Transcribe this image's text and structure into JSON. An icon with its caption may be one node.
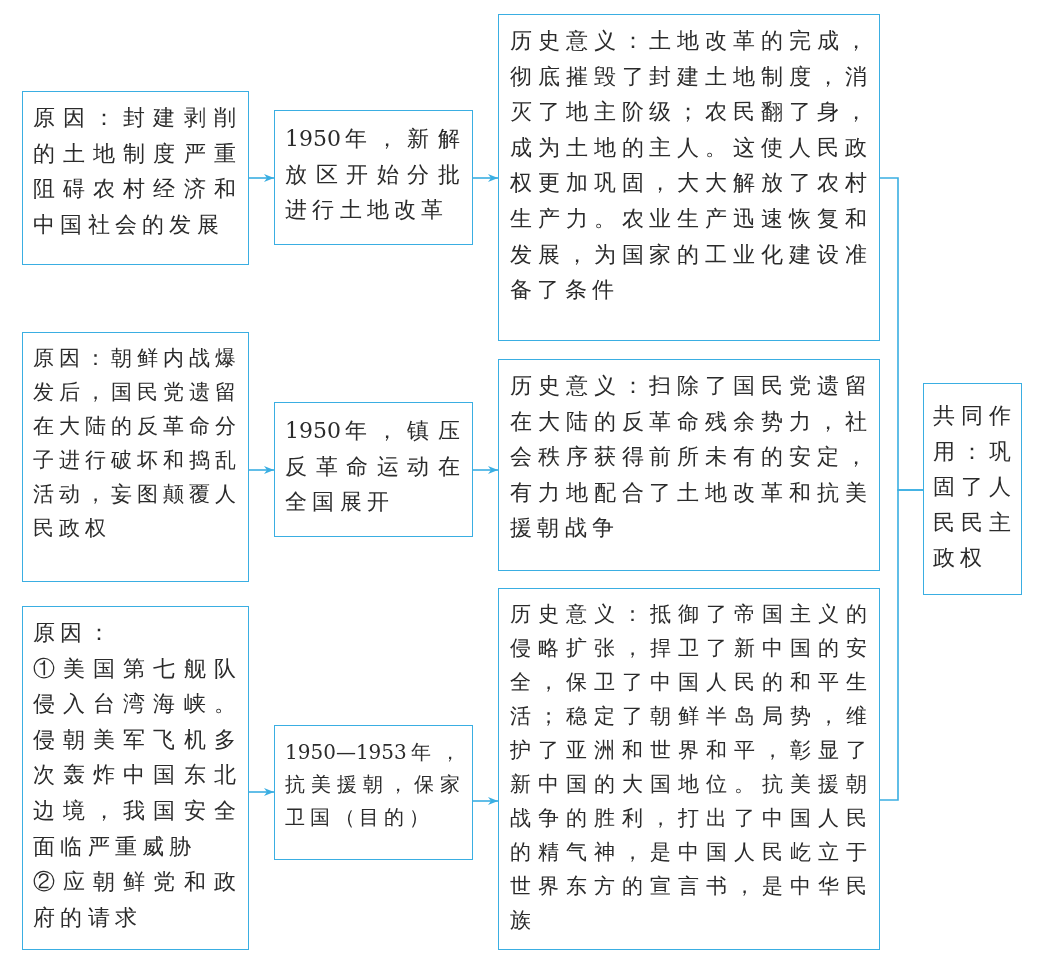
{
  "diagram": {
    "nodes": [
      {
        "text": [
          "原因：封建剥削的土地制度严重阻碍农村经济和中国社会的发展"
        ]
      },
      {
        "text": [
          "1950年，新解放区开始分批进行土地改革"
        ]
      },
      {
        "text": [
          "历史意义：土地改革的完成，彻底摧毁了封建土地制度，消灭了地主阶级；农民翻了身，成为土地的主人。这使人民政权更加巩固，大大解放了农村生产力。农业生产迅速恢复和发展，为国家的工业化建设准备了条件"
        ]
      },
      {
        "text": [
          "原因：朝鲜内战爆发后，国民党遗留在大陆的反革命分子进行破坏和捣乱活动，妄图颠覆人民政权"
        ]
      },
      {
        "text": [
          "1950年，镇压反革命运动在全国展开"
        ]
      },
      {
        "text": [
          "历史意义：扫除了国民党遗留在大陆的反革命残余势力，社会秩序获得前所未有的安定，有力地配合了土地改革和抗美援朝战争"
        ]
      },
      {
        "text": [
          "原因：",
          "①美国第七舰队侵入台湾海峡。侵朝美军飞机多次轰炸中国东北边境，我国安全面临严重威胁",
          "②应朝鲜党和政府的请求"
        ]
      },
      {
        "text": [
          "1950—1953年，抗美援朝，保家卫国（目的）"
        ]
      },
      {
        "text": [
          "历史意义：抵御了帝国主义的侵略扩张，捍卫了新中国的安全，保卫了中国人民的和平生活；稳定了朝鲜半岛局势，维护了亚洲和世界和平，彰显了新中国的大国地位。抗美援朝战争的胜利，打出了中国人民的精气神，是中国人民屹立于世界东方的宣言书，是中华民族"
        ]
      },
      {
        "text": [
          "共同作用：巩固了人民民主政权"
        ]
      }
    ],
    "edges": [
      {
        "from": 0,
        "to": 1,
        "arrow": "to"
      },
      {
        "from": 1,
        "to": 2,
        "arrow": "to"
      },
      {
        "from": 3,
        "to": 4,
        "arrow": "to"
      },
      {
        "from": 4,
        "to": 5,
        "arrow": "to"
      },
      {
        "from": 6,
        "to": 7,
        "arrow": "to"
      },
      {
        "from": 7,
        "to": 8,
        "arrow": "to"
      },
      {
        "from": 2,
        "to": 9,
        "arrow": "none"
      },
      {
        "from": 8,
        "to": 9,
        "arrow": "none"
      }
    ]
  }
}
